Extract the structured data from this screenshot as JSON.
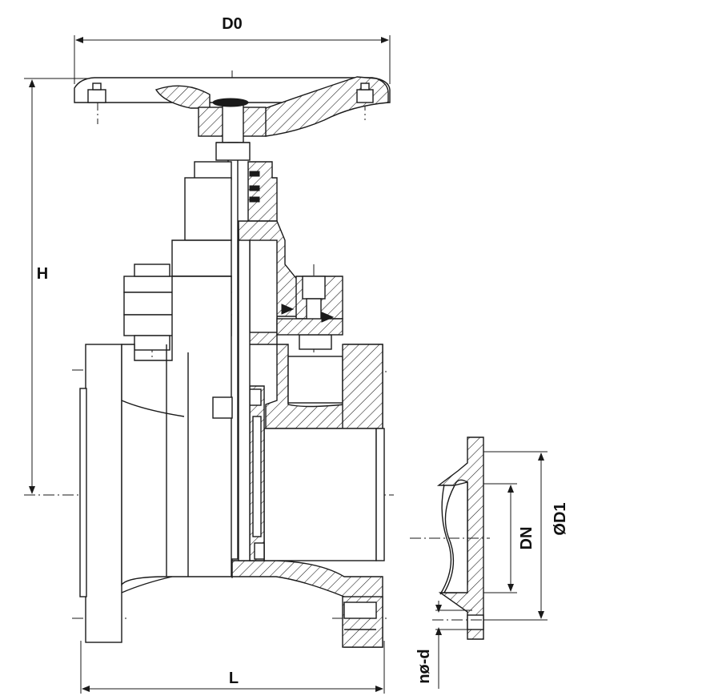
{
  "dimensions": {
    "d0": "D0",
    "h": "H",
    "l": "L",
    "dn": "DN",
    "d1": "ØD1",
    "bolt_holes": "nø-d"
  }
}
